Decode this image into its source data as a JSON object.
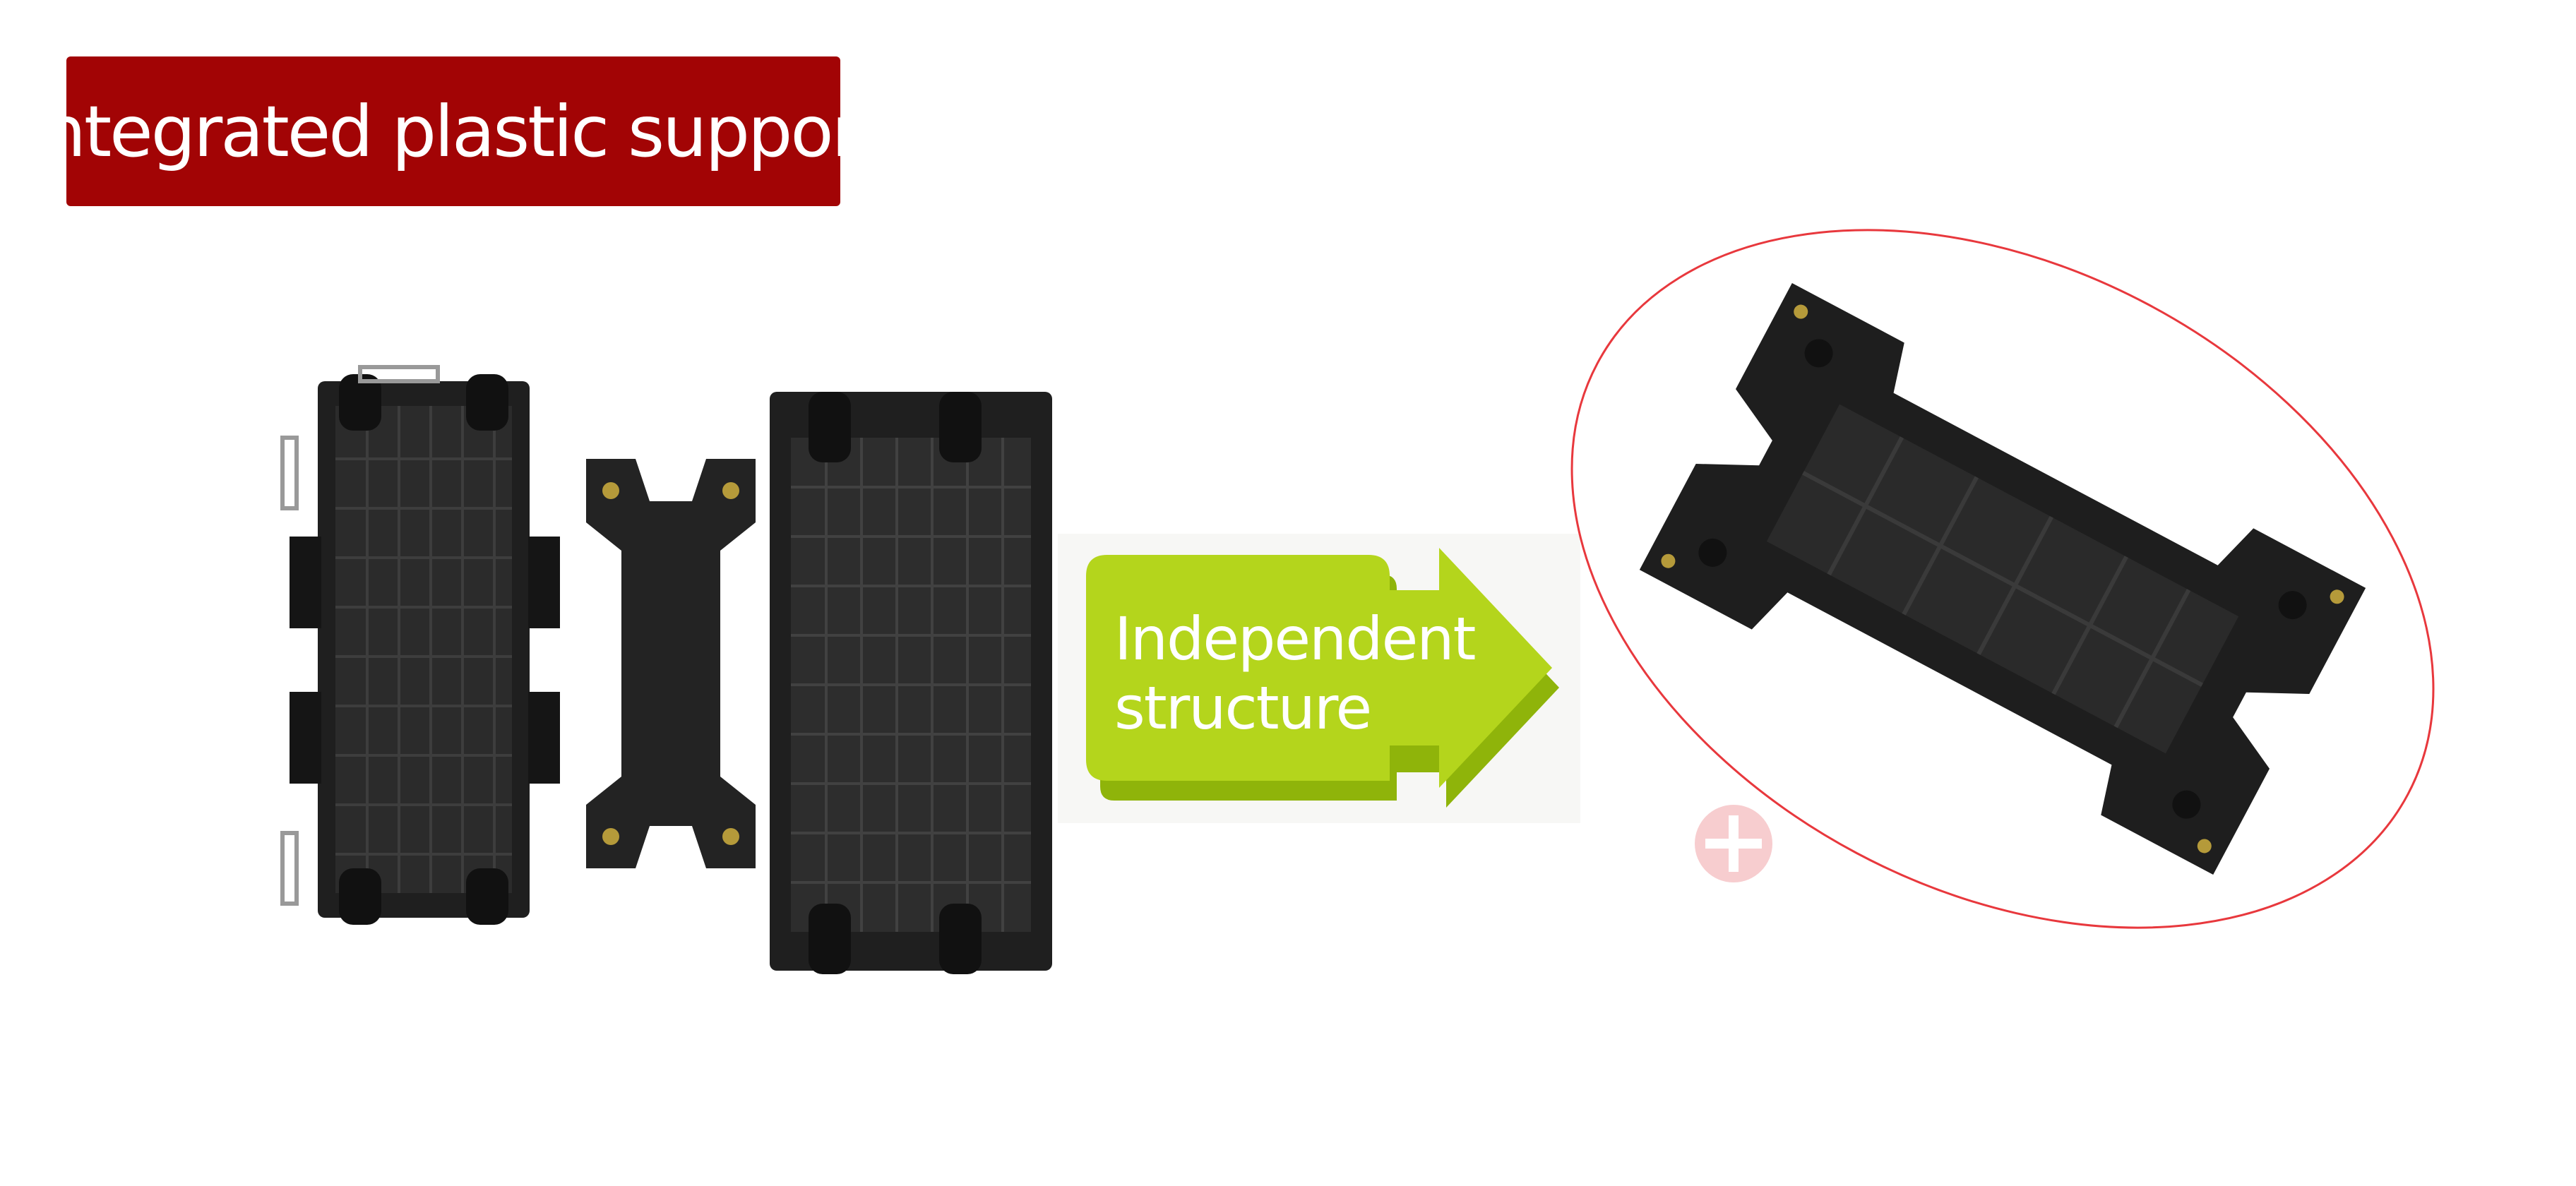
{
  "banner": {
    "title": "Integrated plastic support"
  },
  "callout": {
    "line1": "Independent",
    "line2": "structure"
  },
  "colors": {
    "banner_bg": "#a20405",
    "arrow_green": "#b4d51c",
    "arrow_shadow": "#8fb40a",
    "highlight_ellipse": "#e8383d",
    "product_black": "#1e1e1e"
  }
}
